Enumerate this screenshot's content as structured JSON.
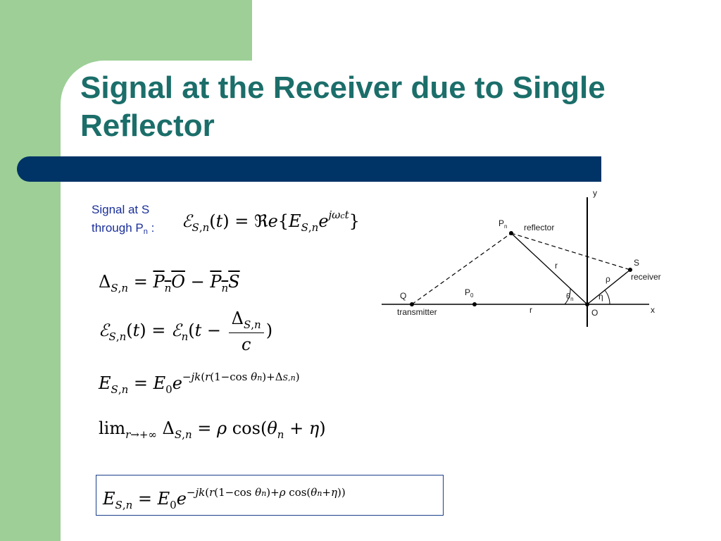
{
  "title": {
    "line1": "Signal at the Receiver due to Single",
    "line2": "Reflector"
  },
  "caption": {
    "line1": "Signal at S",
    "line2_text": "through P",
    "line2_sub": "n",
    "line2_colon": " :"
  },
  "equations": {
    "eq1": "ℰS,n(t) = ℜe{ES,n e^(jωc t)}",
    "eq2": "ΔS,n = PnO − PnS",
    "eq3": "ℰS,n(t) = ℰn(t − ΔS,n / c)",
    "eq4": "ES,n = E0 e^(−jk(r(1−cos θn)+ΔS,n))",
    "eq5": "lim r→+∞ ΔS,n = ρ cos(θn + η)",
    "eq6": "ES,n = E0 e^(−jk(r(1−cos θn)+ρ cos(θn+η)))"
  },
  "diagram": {
    "axis_y": "y",
    "axis_x": "x",
    "pn": "P",
    "pn_sub": "n",
    "reflector": "reflector",
    "s": "S",
    "receiver": "receiver",
    "q": "Q",
    "transmitter": "transmitter",
    "p0": "P",
    "p0_sub": "0",
    "r_slant": "r",
    "r_axis": "r",
    "theta": "θ",
    "theta_sub": "n",
    "eta": "η",
    "rho": "ρ",
    "origin": "O"
  },
  "colors": {
    "green_band": "#9dcf97",
    "title": "#1b6e6a",
    "bar": "#003366",
    "caption": "#1a2f9a"
  }
}
